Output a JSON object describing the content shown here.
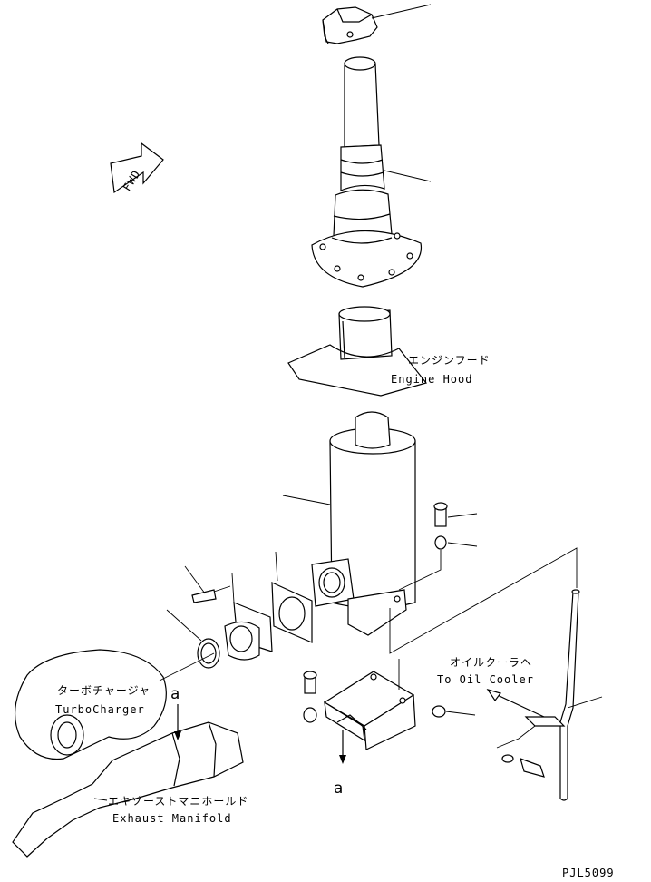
{
  "labels": {
    "engine_hood_jp": "エンジンフード",
    "engine_hood_en": "Engine Hood",
    "oil_cooler_jp": "オイルクーラヘ",
    "oil_cooler_en": "To Oil Cooler",
    "turbo_jp": "ターボチャージャ",
    "turbo_en": "TurboCharger",
    "manifold_jp": "エキゾーストマニホールド",
    "manifold_en": "Exhaust Manifold",
    "fwd": "FWD",
    "arrow_a_top": "a",
    "arrow_a_bottom": "a",
    "drawing_code": "PJL5099"
  }
}
